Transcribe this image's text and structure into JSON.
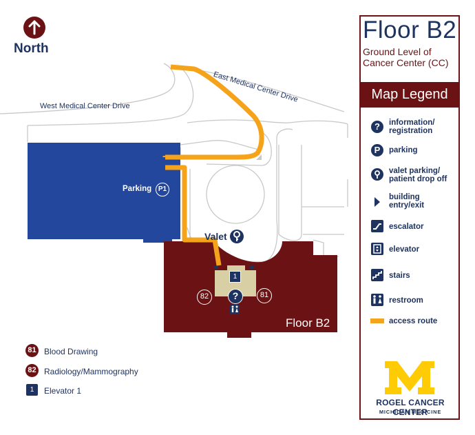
{
  "north": {
    "label": "North",
    "icon": "north-arrow-icon"
  },
  "header": {
    "floor_title": "Floor B2",
    "subtitle": "Ground Level of Cancer Center (CC)"
  },
  "legend": {
    "title": "Map Legend",
    "items": [
      {
        "icon": "info-icon",
        "label": "information/ registration"
      },
      {
        "icon": "parking-icon",
        "label": "parking"
      },
      {
        "icon": "valet-icon",
        "label": "valet parking/ patient drop off"
      },
      {
        "icon": "entry-arrow-icon",
        "label": "building entry/exit"
      },
      {
        "icon": "escalator-icon",
        "label": "escalator"
      },
      {
        "icon": "elevator-icon",
        "label": "elevator"
      },
      {
        "icon": "stairs-icon",
        "label": "stairs"
      },
      {
        "icon": "restroom-icon",
        "label": "restroom"
      },
      {
        "icon": "route-line-icon",
        "label": "access route"
      }
    ]
  },
  "map": {
    "roads": {
      "west": "West Medical Center Drive",
      "east": "East Medical Center Drive"
    },
    "parking_label": "Parking",
    "parking_code": "P1",
    "valet_label": "Valet",
    "floor_label": "Floor B2",
    "badge_left": "82",
    "badge_right": "81",
    "elevator_number": "1"
  },
  "key": [
    {
      "code": "81",
      "label": "Blood Drawing"
    },
    {
      "code": "82",
      "label": "Radiology/Mammography"
    },
    {
      "code": "1",
      "label": "Elevator 1"
    }
  ],
  "logo": {
    "line1": "ROGEL CANCER CENTER",
    "line2": "MICHIGAN MEDICINE"
  },
  "colors": {
    "navy": "#1e3360",
    "maroon": "#6b1314",
    "parking_blue": "#24479e",
    "route_orange": "#f5a31a",
    "maize": "#ffcb05",
    "tan": "#d8cfa4"
  }
}
